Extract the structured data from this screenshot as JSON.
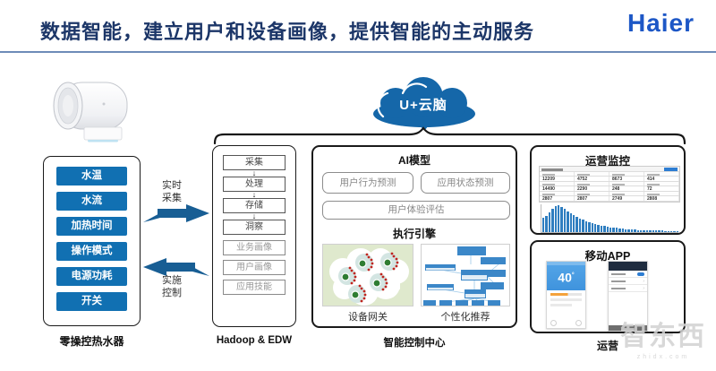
{
  "header": {
    "title": "数据智能，建立用户和设备画像，提供智能的主动服务",
    "logo": "Haier"
  },
  "cloud": {
    "label": "U+云脑"
  },
  "device": {
    "signals": [
      "水温",
      "水流",
      "加热时间",
      "操作模式",
      "电源功耗",
      "开关"
    ],
    "caption": "零操控热水器"
  },
  "arrows": {
    "collect": "实时采集",
    "control": "实施控制"
  },
  "hadoop": {
    "steps": [
      "采集",
      "处理",
      "存储",
      "洞察"
    ],
    "profiles": [
      "业务画像",
      "用户画像",
      "应用技能"
    ],
    "caption": "Hadoop & EDW"
  },
  "center": {
    "ai_title": "AI模型",
    "ai_boxes": [
      "用户行为预测",
      "应用状态预测"
    ],
    "ai_wide": "用户体验评估",
    "engine_title": "执行引擎",
    "gateway_caption": "设备网关",
    "recommend_caption": "个性化推荐",
    "caption": "智能控制中心"
  },
  "monitor": {
    "title": "运营监控",
    "table_rows": [
      [
        "12209",
        "4752",
        "8673",
        "414"
      ],
      [
        "14490",
        "2290",
        "248",
        "72"
      ],
      [
        "2807",
        "2807",
        "2749",
        "2808"
      ]
    ]
  },
  "app": {
    "title": "移动APP",
    "temperature": "40",
    "caption": "运营"
  },
  "watermark": {
    "text": "智东西",
    "domain": "zhidx.com"
  },
  "colors": {
    "accent_blue": "#1170b2",
    "haier_blue": "#1d57c6",
    "title_navy": "#1c3668",
    "cloud_blue": "#1567a9",
    "bar_blue": "#2f7ec0",
    "arrow_blue": "#185e94"
  },
  "chart_data": {
    "type": "bar",
    "title": "",
    "xlabel": "",
    "ylabel": "",
    "ylim": [
      0,
      100
    ],
    "values": [
      52,
      60,
      72,
      85,
      96,
      100,
      93,
      86,
      78,
      70,
      63,
      57,
      51,
      46,
      41,
      37,
      33,
      30,
      27,
      24,
      22,
      20,
      18,
      16,
      15,
      13,
      12,
      11,
      10,
      9,
      9,
      8,
      8,
      7,
      7,
      6,
      6,
      5,
      5,
      5,
      4,
      4,
      4,
      3,
      3
    ]
  }
}
